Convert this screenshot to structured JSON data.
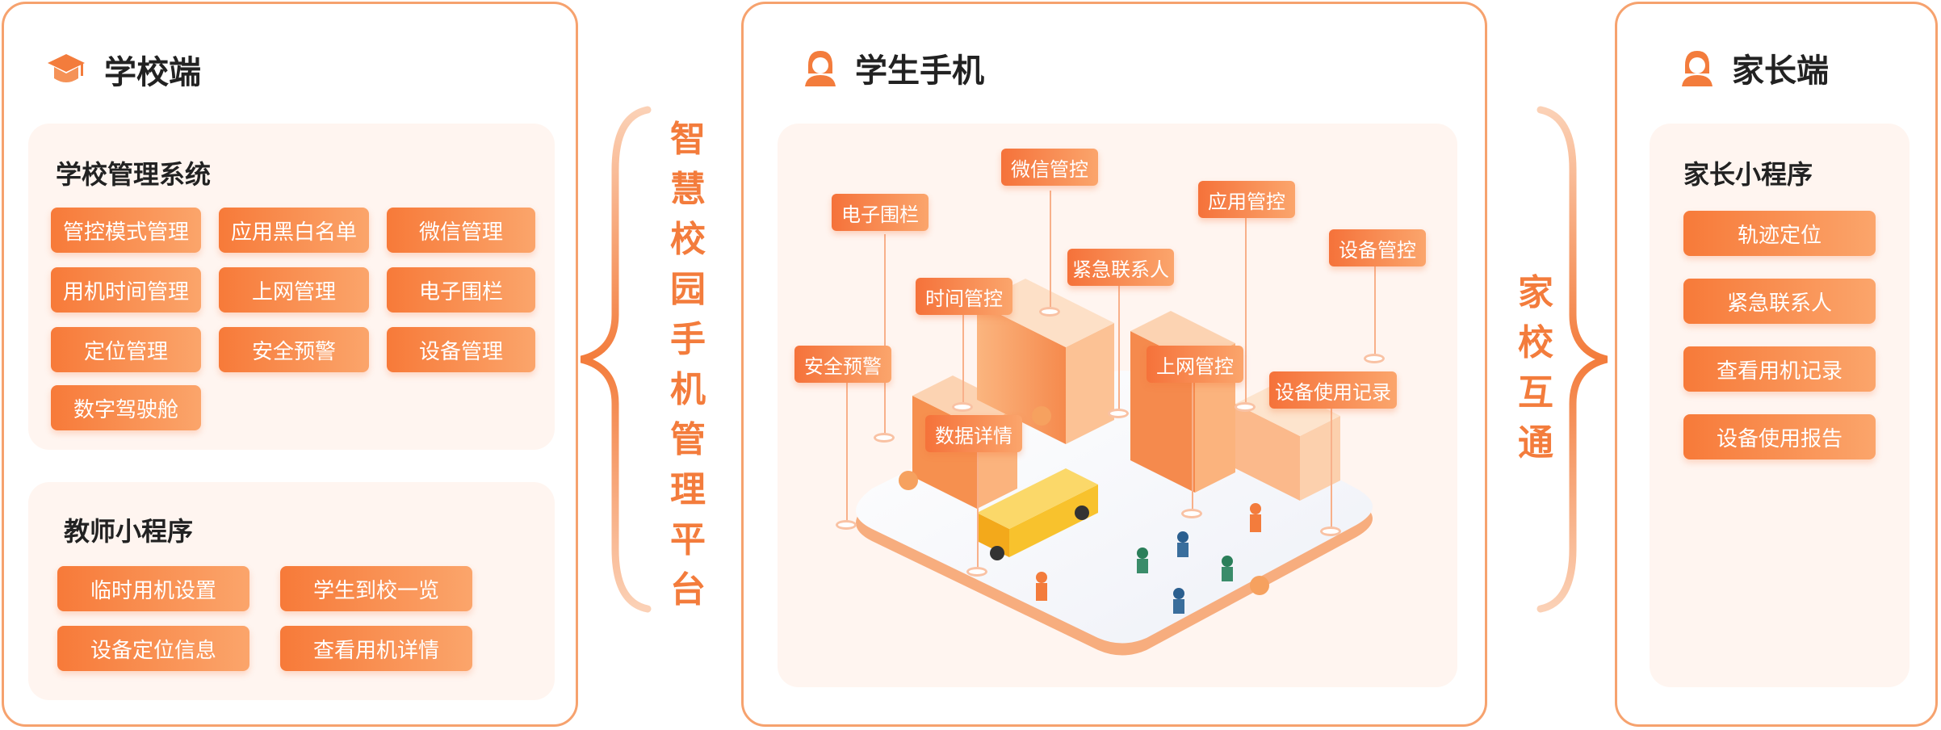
{
  "school": {
    "title": "学校端",
    "system": {
      "title": "学校管理系统",
      "items": [
        "管控模式管理",
        "应用黑白名单",
        "微信管理",
        "用机时间管理",
        "上网管理",
        "电子围栏",
        "定位管理",
        "安全预警",
        "设备管理",
        "数字驾驶舱"
      ]
    },
    "teacher": {
      "title": "教师小程序",
      "items": [
        "临时用机设置",
        "学生到校一览",
        "设备定位信息",
        "查看用机详情"
      ]
    }
  },
  "platform_label": [
    "智",
    "慧",
    "校",
    "园",
    "手",
    "机",
    "管",
    "理",
    "平",
    "台"
  ],
  "student": {
    "title": "学生手机",
    "tags": [
      "微信管控",
      "电子围栏",
      "应用管控",
      "设备管控",
      "紧急联系人",
      "时间管控",
      "安全预警",
      "上网管控",
      "设备使用记录",
      "数据详情"
    ]
  },
  "home_school_label": [
    "家",
    "校",
    "互",
    "通"
  ],
  "parent": {
    "title": "家长端",
    "mini": {
      "title": "家长小程序",
      "items": [
        "轨迹定位",
        "紧急联系人",
        "查看用机记录",
        "设备使用报告"
      ]
    }
  },
  "colors": {
    "accent": "#f37c3c",
    "border": "#f6a26e",
    "card_bg": "#fff5f0"
  },
  "icons": {
    "school": "graduation-cap-icon",
    "student": "student-avatar-icon",
    "parent": "parent-avatar-icon"
  }
}
